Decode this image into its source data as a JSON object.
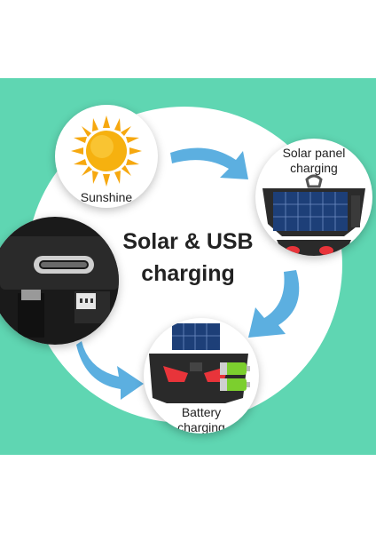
{
  "background": {
    "band_color": "#5fd6b2",
    "page_color": "#ffffff"
  },
  "title": {
    "line1": "Solar & USB",
    "line2": "charging"
  },
  "nodes": {
    "sunshine": {
      "label": "Sunshine",
      "icon": "sun-icon"
    },
    "solar_panel": {
      "label_line1": "Solar panel",
      "label_line2": "charging",
      "icon": "solar-panel-icon"
    },
    "battery": {
      "label_line1": "Battery",
      "label_line2": "charging",
      "icon": "battery-icon"
    },
    "usb": {
      "icon": "usb-c-cable-icon"
    }
  },
  "colors": {
    "arrow": "#4aa6dd",
    "sun": "#f6b10f",
    "lamp_red": "#e8343a",
    "battery_green": "#7ccf2e"
  }
}
